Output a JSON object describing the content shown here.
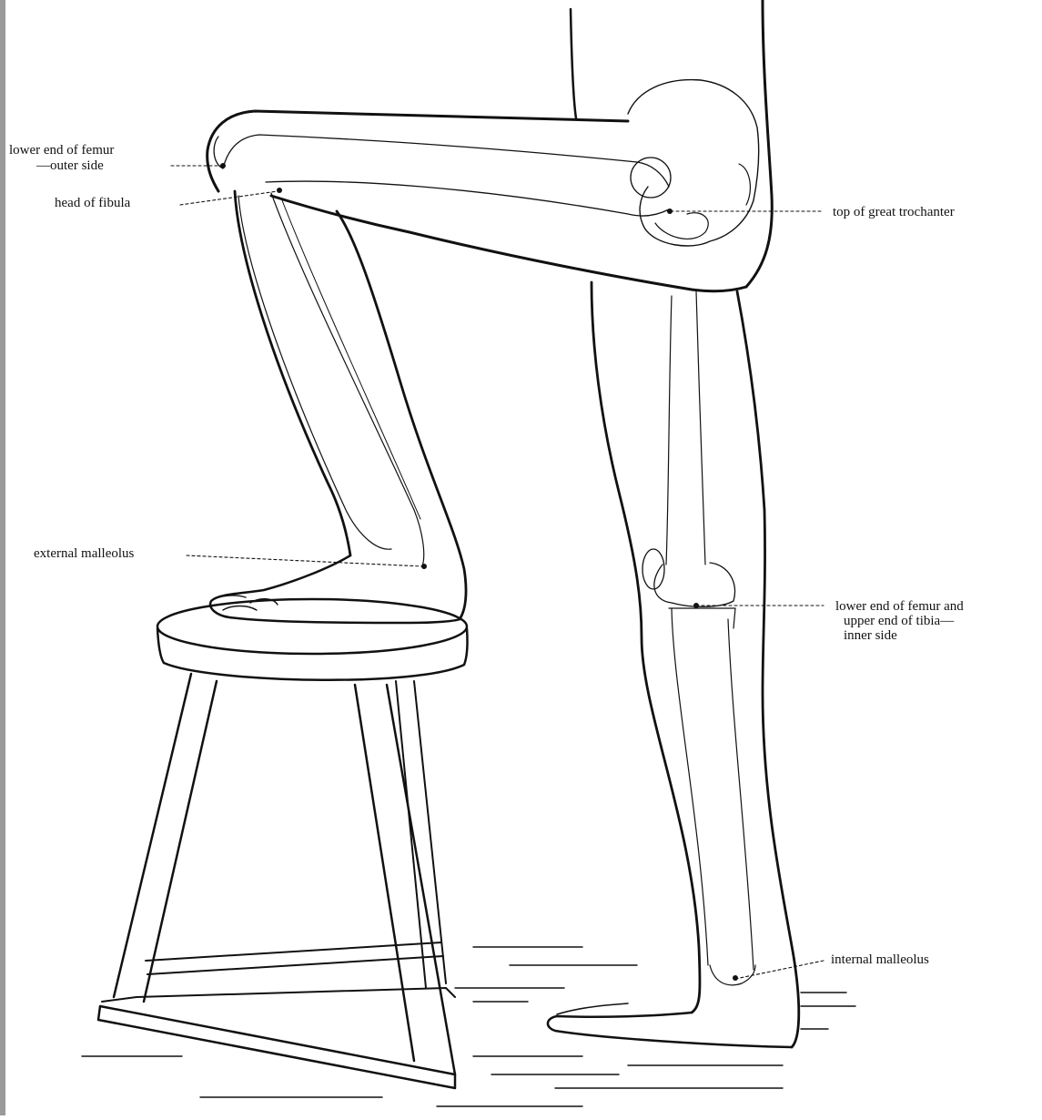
{
  "diagram": {
    "labels": {
      "femur_outer_line1": "lower end of femur",
      "femur_outer_line2": "—outer side",
      "head_of_fibula": "head of fibula",
      "top_of_great_trochanter": "top of great trochanter",
      "external_malleolus": "external malleolus",
      "femur_tibia_line1": "lower end of femur and",
      "femur_tibia_line2": "upper end of  tibia—",
      "femur_tibia_line3": "inner side",
      "internal_malleolus": "internal malleolus"
    },
    "colors": {
      "ink": "#111111",
      "paper": "#ffffff",
      "binding_shadow": "#9a9a9a"
    }
  }
}
